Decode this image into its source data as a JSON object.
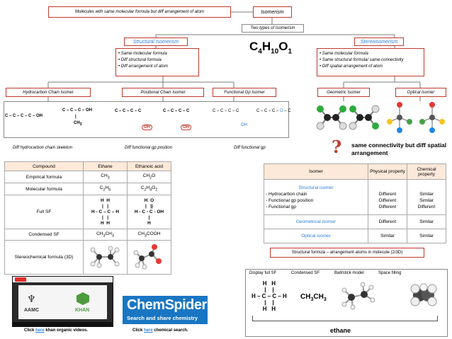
{
  "top": {
    "definition": "Molecules with same molecular formula but diff arrangement of atom",
    "isomerism": "Isomerism",
    "two_types": "Two types of Isomerism",
    "formula": "C4H10O1"
  },
  "structural": {
    "title": "Structural Isomerism",
    "bullets": [
      "• Same molecular formula",
      "• Diff structural formula",
      "• Diff arrangement of atom"
    ],
    "types": [
      "Hydrocarbon Chain Isomer",
      "Positional Chain Isomer",
      "Functional Gp Isomer"
    ],
    "chain1": "C – C – C – C – OH",
    "chain2_top": "C – C – C – OH",
    "chain2_branch": "CH3",
    "pos1": "C – C – C – C",
    "pos2": "C – C – C – C",
    "pos_oh": "OH",
    "func1": "C – C – C – C",
    "func1_oh": "OH",
    "func2_prefix": "C – C – C –",
    "func2_o": "O",
    "func2_suffix": "– C",
    "captions": [
      "Diff hydrocarbon chain skeleton",
      "Diff functional gp position",
      "Diff functional gp"
    ]
  },
  "stereo": {
    "title": "Stereoisomerism",
    "bullets": [
      "• Same molecular formula",
      "• Same structural formula/ same connectivity",
      "• Diff spatial arrangement of atom"
    ],
    "types": [
      "Geometric Isomer",
      "Optical Isomer"
    ],
    "note": "same connectivity but diff spatial arrangement"
  },
  "compound_table": {
    "headers": [
      "Compound",
      "Ethane",
      "Ethanoic acid"
    ],
    "empirical": [
      "Empirical formula",
      "CH3",
      "CH2O"
    ],
    "molecular": [
      "Molecular formula",
      "C2H6",
      "C2H4O2"
    ],
    "full_sf_label": "Full SF",
    "condensed": [
      "Condensed SF",
      "CH3CH3",
      "CH3COOH"
    ],
    "stereo_label": "Stereochemical formula (3D)"
  },
  "isomer_table": {
    "headers": [
      "Isomer",
      "Physical property",
      "Chemical property"
    ],
    "structural_title": "Structural isomer",
    "structural_items": [
      "- Hydrocarbon chain",
      "- Functional gp position",
      "- Functional gp"
    ],
    "structural_physical": [
      "Different",
      "Different",
      "Different"
    ],
    "structural_chemical": [
      "Similar",
      "Similar",
      "Different"
    ],
    "geometrical": [
      "Geometrical isomer",
      "Different",
      "Similar"
    ],
    "optical": [
      "Optical isomer",
      "Similar",
      "Similar"
    ]
  },
  "formula_section": {
    "title": "Structural formula – arrangement atoms in molecule (2/3D)",
    "labels": [
      "Display full SF",
      "Condensed SF",
      "Ball/stick model",
      "Space filling"
    ],
    "condensed": "CH3CH3",
    "name": "ethane"
  },
  "links": {
    "video_prefix": "Click ",
    "video_link": "here",
    "video_suffix": " khan organic videos.",
    "chem_prefix": "Click ",
    "chem_link": "here",
    "chem_suffix": " chemical search.",
    "chemspider_title": "ChemSpider",
    "chemspider_sub": "Search and share chemistry",
    "aamc": "AAMC",
    "khan": "KHAN"
  },
  "colors": {
    "red": "#c0392b",
    "blue": "#2f7fd6",
    "chemspider": "#1976c2"
  }
}
